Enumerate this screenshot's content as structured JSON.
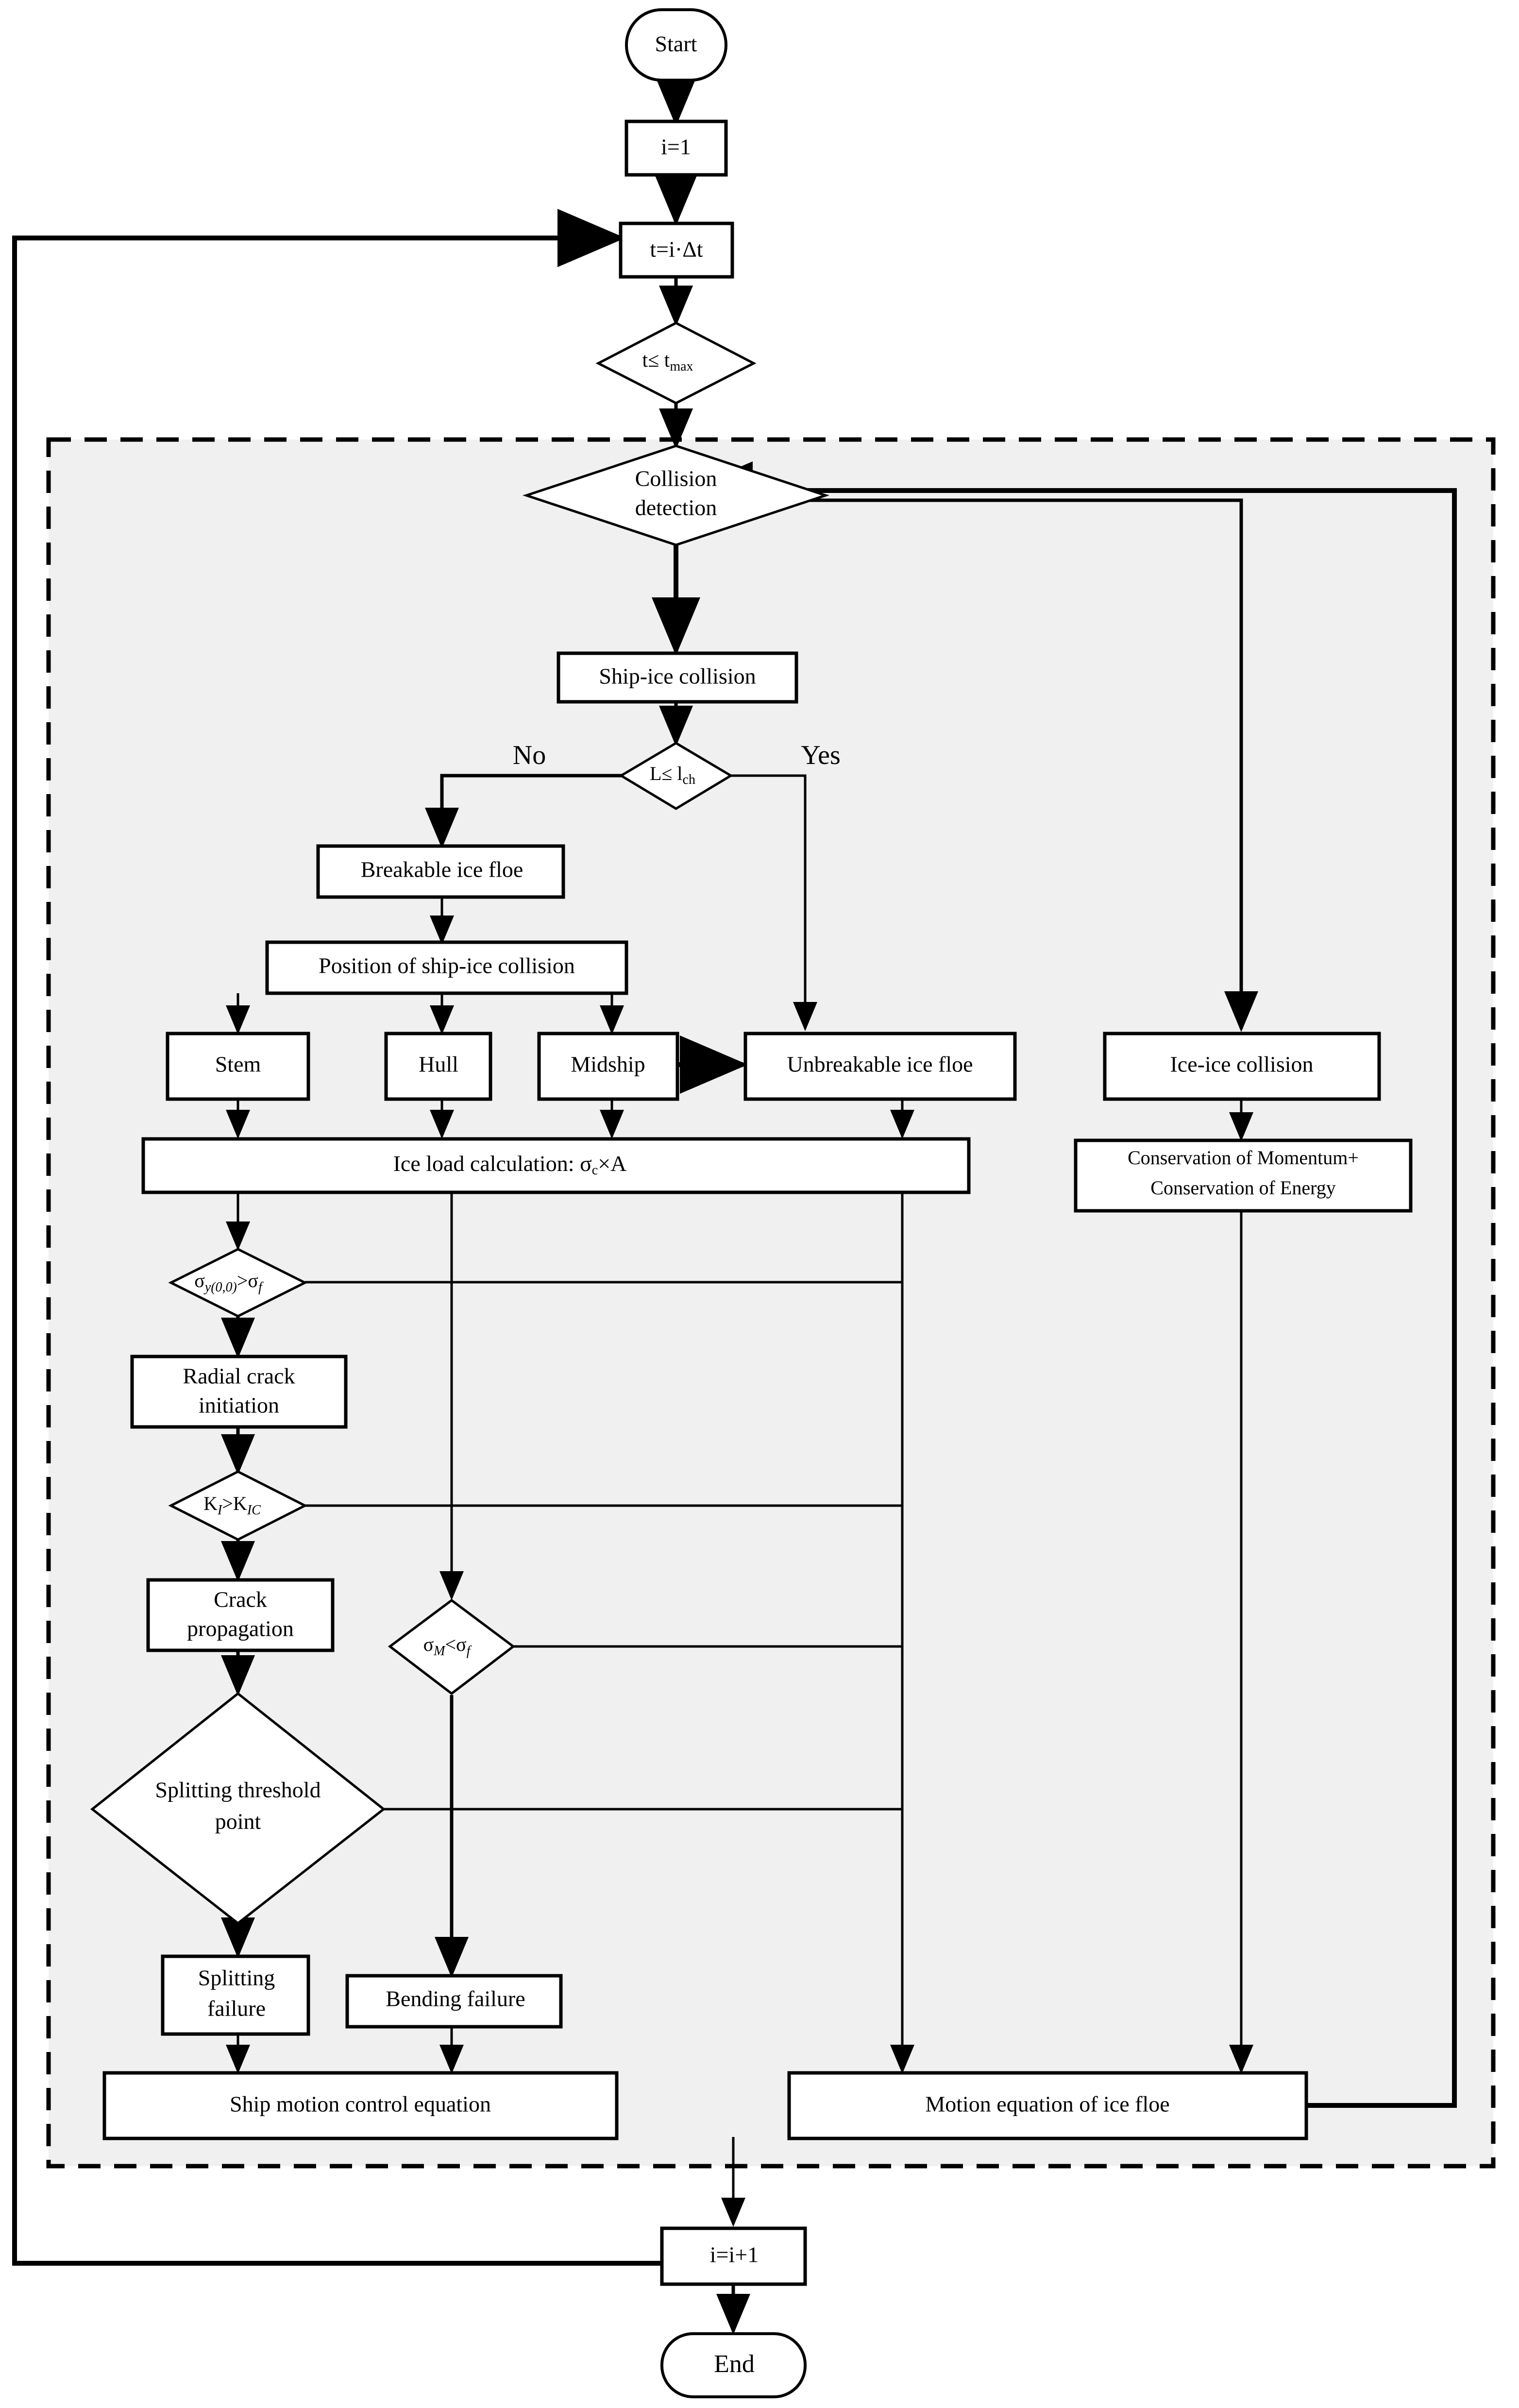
{
  "diagram": {
    "type": "flowchart",
    "title": "Ship-ice interaction simulation flowchart",
    "background": "#ffffff",
    "shaded_region_color": "#f0f0f0",
    "line_color": "#000000"
  },
  "nodes": {
    "start": {
      "label": "Start",
      "shape": "terminator"
    },
    "init_i": {
      "label": "i=1",
      "shape": "process"
    },
    "time_step": {
      "label_prefix": "t=i·",
      "label": "t=i·Δt",
      "shape": "process"
    },
    "t_check": {
      "label": "t≤ t",
      "sub": "max",
      "shape": "decision"
    },
    "collision_detection": {
      "line1": "Collision",
      "line2": "detection",
      "shape": "decision"
    },
    "ship_ice_collision": {
      "label": "Ship-ice collision",
      "shape": "process"
    },
    "l_check": {
      "label": "L≤ l",
      "sub": "ch",
      "shape": "decision"
    },
    "breakable": {
      "label": "Breakable ice floe",
      "shape": "process"
    },
    "position": {
      "label": "Position of ship-ice collision",
      "shape": "process"
    },
    "stem": {
      "label": "Stem",
      "shape": "process"
    },
    "hull": {
      "label": "Hull",
      "shape": "process"
    },
    "midship": {
      "label": "Midship",
      "shape": "process"
    },
    "unbreakable": {
      "label": "Unbreakable ice floe",
      "shape": "process"
    },
    "ice_ice": {
      "label": "Ice-ice collision",
      "shape": "process"
    },
    "conservation": {
      "line1": "Conservation of Momentum+",
      "line2": "Conservation of Energy",
      "shape": "process"
    },
    "ice_load": {
      "label": "Ice load calculation: σ",
      "sub": "c",
      "suffix": "×A",
      "shape": "process"
    },
    "sigma_y": {
      "label": "σ",
      "sub1": "y(0,0)",
      "mid": ">σ",
      "sub2": "f",
      "shape": "decision"
    },
    "radial_crack": {
      "line1": "Radial crack",
      "line2": "initiation",
      "shape": "process"
    },
    "k_check": {
      "label": "K",
      "sub1": "I",
      "mid": ">K",
      "sub2": "IC",
      "shape": "decision"
    },
    "crack_prop": {
      "line1": "Crack",
      "line2": "propagation",
      "shape": "process"
    },
    "sigma_m": {
      "label": "σ",
      "sub1": "M",
      "mid": "<σ",
      "sub2": "f",
      "shape": "decision"
    },
    "split_threshold": {
      "line1": "Splitting threshold",
      "line2": "point",
      "shape": "decision"
    },
    "splitting_failure": {
      "line1": "Splitting",
      "line2": "failure",
      "shape": "process"
    },
    "bending_failure": {
      "label": "Bending failure",
      "shape": "process"
    },
    "ship_motion": {
      "label": "Ship motion control equation",
      "shape": "process"
    },
    "ice_motion": {
      "label": "Motion equation of ice floe",
      "shape": "process"
    },
    "increment": {
      "label": "i=i+1",
      "shape": "process"
    },
    "end": {
      "label": "End",
      "shape": "terminator"
    }
  },
  "edge_labels": {
    "no": "No",
    "yes": "Yes"
  }
}
